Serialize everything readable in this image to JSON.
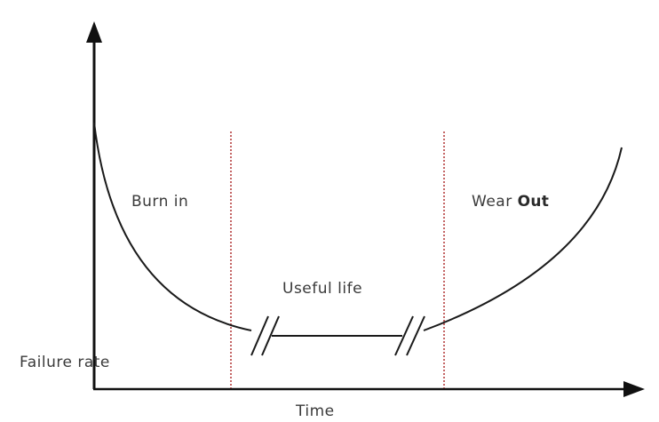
{
  "diagram": {
    "labels": {
      "burn_in": "Burn in",
      "useful_life": "Useful life",
      "wear_out_prefix": "Wear ",
      "wear_out_bold": "Out",
      "y_axis": "Failure rate",
      "x_axis": "Time"
    },
    "colors": {
      "curve": "#1a1a1a",
      "axis": "#111111",
      "boundary": "#b03030",
      "text": "#3a3a3a"
    }
  }
}
